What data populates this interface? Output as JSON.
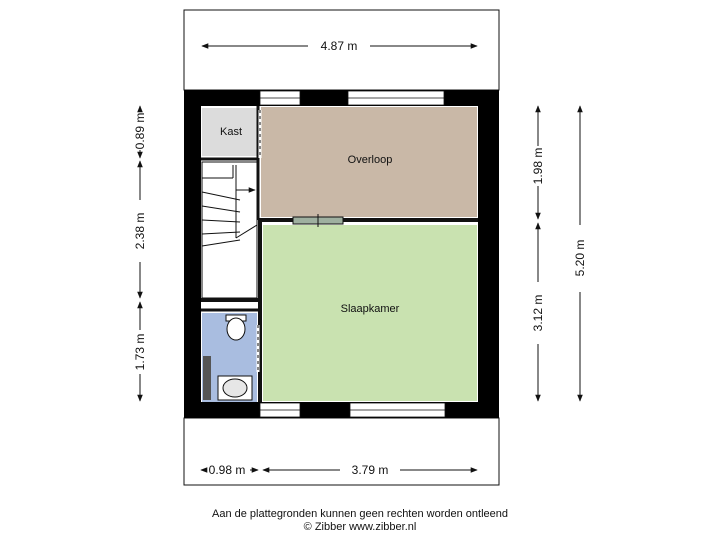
{
  "dimensions": {
    "top_width": "4.87 m",
    "bottom_left": "0.98 m",
    "bottom_right": "3.79 m",
    "left_top": "0.89 m",
    "left_middle": "2.38 m",
    "left_bottom": "1.73 m",
    "right_inner_top": "1.98 m",
    "right_inner_bottom": "3.12 m",
    "right_outer": "5.20 m"
  },
  "rooms": {
    "kast": "Kast",
    "overloop": "Overloop",
    "slaapkamer": "Slaapkamer"
  },
  "colors": {
    "overloop": "#c9b8a7",
    "slaapkamer": "#c9e2b0",
    "bathroom": "#a9bde0",
    "kast": "#dcdcdc",
    "wall": "#000000"
  },
  "footer": {
    "disclaimer": "Aan de plattegronden kunnen geen rechten worden ontleend",
    "copyright": "© Zibber www.zibber.nl"
  }
}
